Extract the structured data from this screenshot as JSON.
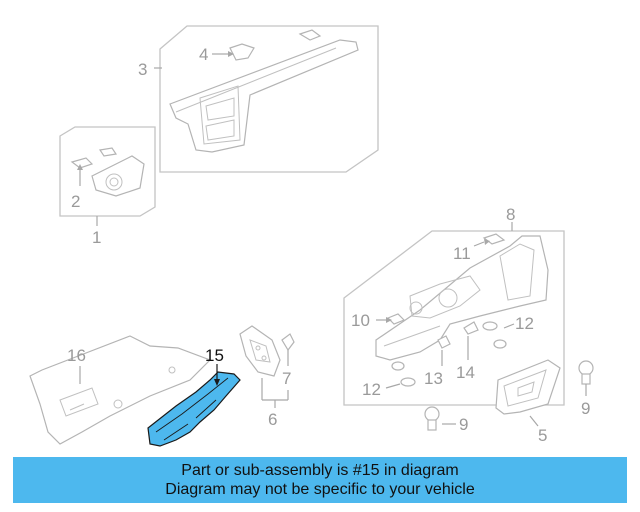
{
  "diagram": {
    "callouts": [
      {
        "id": "1",
        "label": "1"
      },
      {
        "id": "2",
        "label": "2"
      },
      {
        "id": "3",
        "label": "3"
      },
      {
        "id": "4",
        "label": "4"
      },
      {
        "id": "5",
        "label": "5"
      },
      {
        "id": "6",
        "label": "6"
      },
      {
        "id": "7",
        "label": "7"
      },
      {
        "id": "8",
        "label": "8"
      },
      {
        "id": "9",
        "label": "9"
      },
      {
        "id": "10",
        "label": "10"
      },
      {
        "id": "11",
        "label": "11"
      },
      {
        "id": "12a",
        "label": "12"
      },
      {
        "id": "12b",
        "label": "12"
      },
      {
        "id": "13",
        "label": "13"
      },
      {
        "id": "14",
        "label": "14"
      },
      {
        "id": "15",
        "label": "15"
      },
      {
        "id": "16",
        "label": "16"
      }
    ],
    "highlighted_part": "15",
    "highlight_color": "#4db8ee"
  },
  "banner": {
    "line1": "Part or sub-assembly is #15 in diagram",
    "line2": "Diagram may not be specific to your vehicle"
  }
}
